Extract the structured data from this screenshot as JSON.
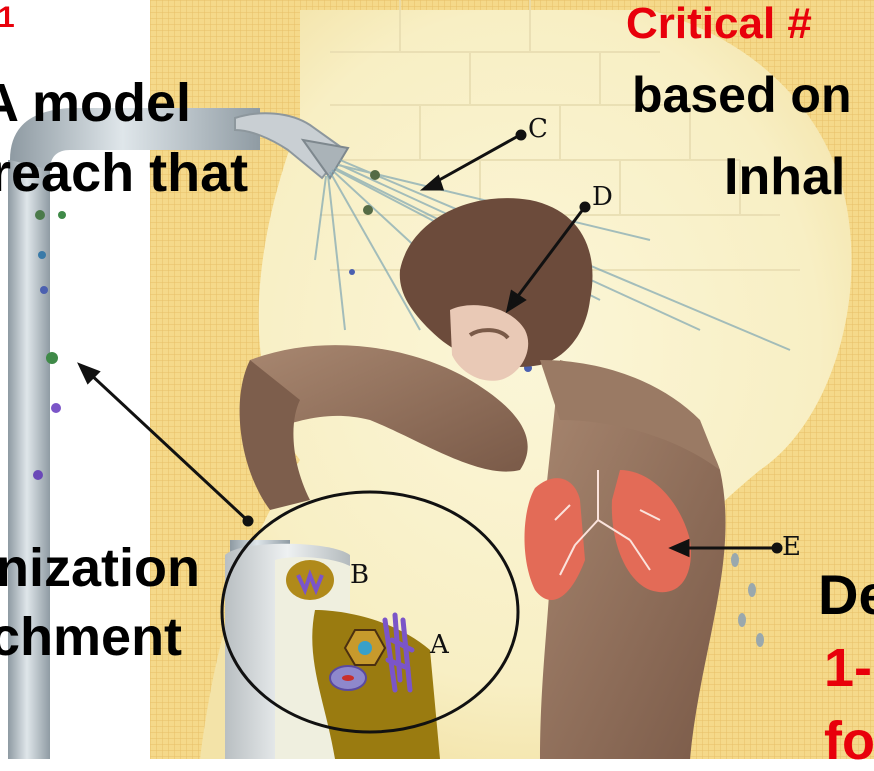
{
  "slide": {
    "top_left_number": "1",
    "left_text_lines": [
      "A model",
      "reach that"
    ],
    "left_bottom_lines": [
      "nization",
      "chment"
    ],
    "critical_heading": "Critical #",
    "right_text_lines": [
      "based on",
      "Inhal"
    ],
    "right_bottom_lines": [
      "De",
      "1-",
      "fo"
    ]
  },
  "diagram": {
    "labels": {
      "a": "A",
      "b": "B",
      "c": "C",
      "d": "D",
      "e": "E"
    },
    "icons": [
      "shower-head-icon",
      "pipe-icon",
      "lungs-icon",
      "person-icon",
      "zoom-circle-icon"
    ]
  },
  "colors": {
    "red_text": "#e8000b",
    "wall": "#f7e6a2",
    "person_skin": "#8a6a55",
    "lungs": "#e86a55",
    "biofilm": "#9a7b10",
    "bacteria": "#7b55c8"
  }
}
